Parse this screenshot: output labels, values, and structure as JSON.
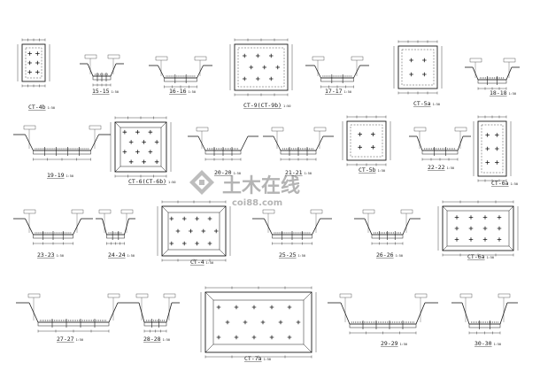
{
  "sheet": {
    "background": "#ffffff",
    "line_color": "#1a1a1a",
    "watermark_color": "#9c9c9c"
  },
  "watermark": {
    "title": "土木在线",
    "subtitle": "coi88.com"
  },
  "labels": {
    "ct4b": "CT-4b",
    "s15": "15-15",
    "s16": "16-16",
    "ct9": "CT-9(CT-9b)",
    "s17": "17-17",
    "ct5a": "CT-5a",
    "s18": "18-18",
    "s19": "19-19",
    "ct6": "CT-6(CT-6b)",
    "s20": "20-20",
    "s21": "21-21",
    "ct5b": "CT-5b",
    "s22": "22-22",
    "ct6a": "CT-6a",
    "s23": "23-23",
    "s24": "24-24",
    "ct4": "CT-4",
    "s25": "25-25",
    "s26": "26-26",
    "ct6c": "CT-6a",
    "s27": "27-27",
    "s28": "28-28",
    "ct7": "CT-7a",
    "s29": "29-29",
    "s30": "30-30"
  },
  "scale_note": "1:50"
}
